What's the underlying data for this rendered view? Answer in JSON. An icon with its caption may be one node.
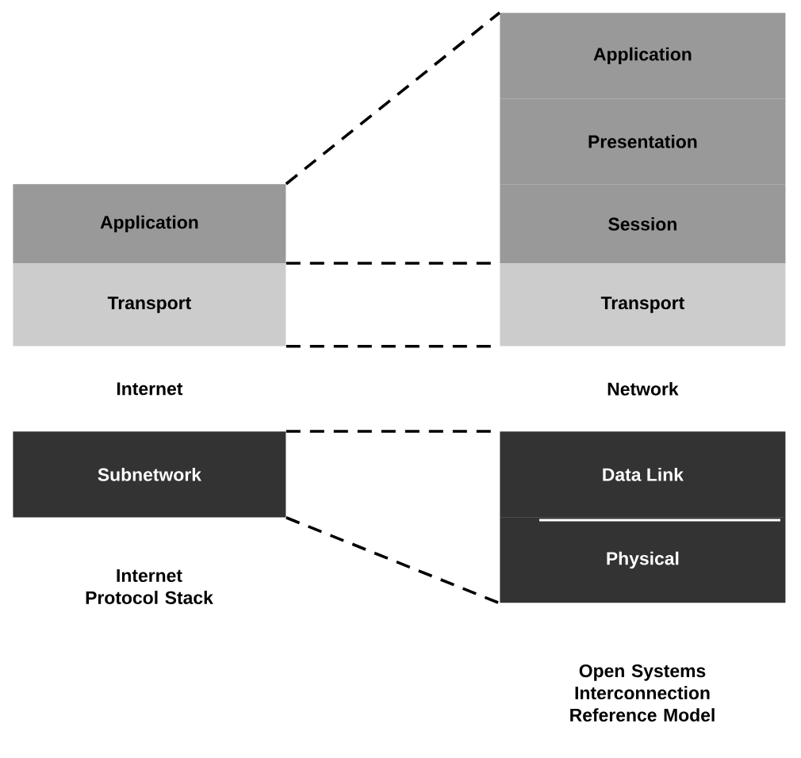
{
  "diagram": {
    "nodes": [
      {
        "text": [
          "Application"
        ]
      },
      {
        "text": [
          "Transport"
        ]
      },
      {
        "text": [
          "Internet"
        ]
      },
      {
        "text": [
          "Subnetwork"
        ]
      },
      {
        "text": [
          "Application"
        ]
      },
      {
        "text": [
          "Presentation"
        ]
      },
      {
        "text": [
          "Session"
        ]
      },
      {
        "text": [
          "Transport"
        ]
      },
      {
        "text": [
          "Network"
        ]
      },
      {
        "text": [
          "Data Link"
        ]
      },
      {
        "text": [
          "Physical"
        ]
      }
    ],
    "edges": [
      {
        "from": 0,
        "to": 4,
        "arrow": "none",
        "style": "dashed"
      },
      {
        "from": 1,
        "to": 7,
        "arrow": "none",
        "style": "dashed"
      },
      {
        "from": 1,
        "to": 7,
        "arrow": "none",
        "style": "dashed"
      },
      {
        "from": 3,
        "to": 9,
        "arrow": "none",
        "style": "dashed"
      },
      {
        "from": 3,
        "to": 10,
        "arrow": "none",
        "style": "dashed"
      }
    ],
    "labels": [
      "Internet Protocol Stack",
      "Open Systems Interconnection Reference Model"
    ]
  }
}
